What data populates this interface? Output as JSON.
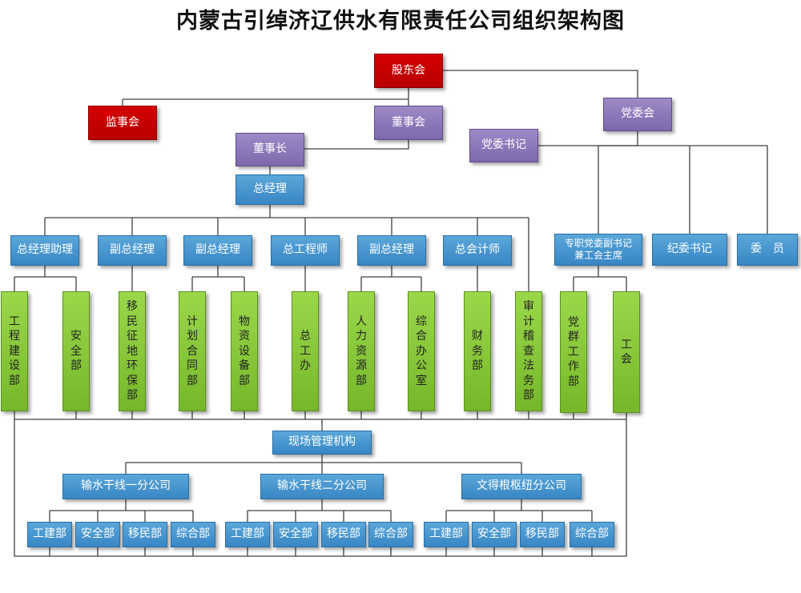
{
  "title": "内蒙古引绰济辽供水有限责任公司组织架构图",
  "colors": {
    "red": "#c00000",
    "purple": "#8064a2",
    "blue": "#4a90d0",
    "green": "#8cc63f",
    "line": "#404040"
  },
  "top": {
    "shareholders": "股东会",
    "supervisors": "监事会",
    "board": "董事会",
    "chairman": "董事长",
    "gm": "总经理",
    "party_committee": "党委会",
    "party_secretary": "党委书记"
  },
  "managers": [
    "总经理助理",
    "副总经理",
    "副总经理",
    "总工程师",
    "副总经理",
    "总会计师"
  ],
  "party_side": {
    "deputy_line1": "专职党委副书记",
    "deputy_line2": "兼工会主席",
    "discipline": "纪委书记",
    "member": "委　员"
  },
  "departments": [
    "工程建设部",
    "安全部",
    "移民征地环保部",
    "计划合同部",
    "物资设备部",
    "总工办",
    "人力资源部",
    "综合办公室",
    "财务部",
    "审计稽查法务部",
    "党群工作部",
    "工会"
  ],
  "field": {
    "org": "现场管理机构",
    "branches": [
      "输水干线一分公司",
      "输水干线二分公司",
      "文得根枢纽分公司"
    ],
    "units": [
      "工建部",
      "安全部",
      "移民部",
      "综合部"
    ]
  }
}
